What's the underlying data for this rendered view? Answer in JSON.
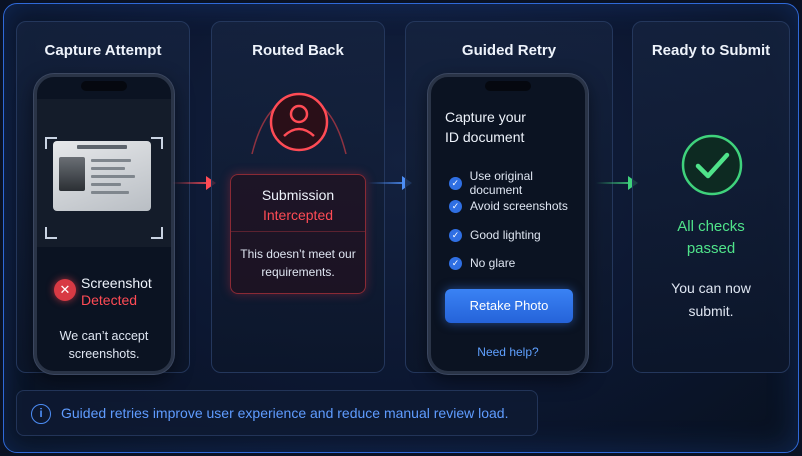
{
  "panels": [
    {
      "title": "Capture Attempt",
      "status_line1": "Screenshot",
      "status_line2": "Detected",
      "message_line1": "We can’t accept",
      "message_line2": "screenshots."
    },
    {
      "title": "Routed Back",
      "card_line1": "Submission",
      "card_line2": "Intercepted",
      "message_line1": "This doesn’t meet our",
      "message_line2": "requirements."
    },
    {
      "title": "Guided Retry",
      "heading_line1": "Capture your",
      "heading_line2": "ID document",
      "checklist": [
        "Use original document",
        "Avoid screenshots",
        "Good lighting",
        "No glare"
      ],
      "button_label": "Retake Photo",
      "help_link": "Need help?"
    },
    {
      "title": "Ready to Submit",
      "status_line1": "All checks",
      "status_line2": "passed",
      "message_line1": "You can now",
      "message_line2": "submit."
    }
  ],
  "footer": {
    "info_icon_glyph": "i",
    "text": "Guided retries improve user experience and reduce manual review load."
  },
  "icons": {
    "error": "x-circle-icon",
    "user": "user-icon",
    "check": "check-circle-icon",
    "info": "info-icon"
  },
  "colors": {
    "error": "#ff4b55",
    "success": "#4fe38a",
    "accent": "#3a82f4"
  }
}
